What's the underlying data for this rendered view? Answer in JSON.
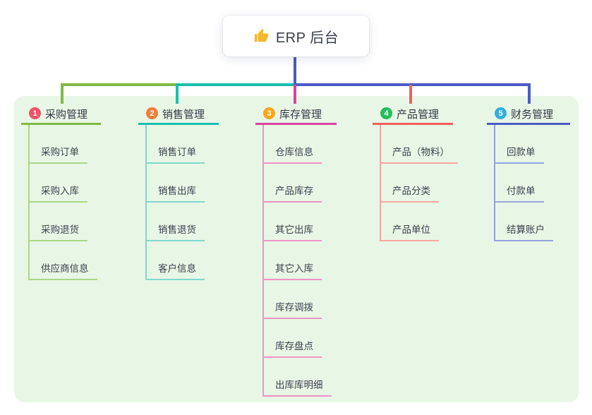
{
  "canvas": {
    "background": "#ffffff",
    "panel_background": "#e8f6e6"
  },
  "root": {
    "label": "ERP 后台",
    "icon": "thumbs-up-icon",
    "icon_color": "#f5b82e",
    "line_color": "#4a5bc6"
  },
  "branches": [
    {
      "num": "1",
      "label": "采购管理",
      "badge_color": "#ee5368",
      "line_color": "#7fba43",
      "child_line_color": "#a9d687",
      "children": [
        "采购订单",
        "采购入库",
        "采购退货",
        "供应商信息"
      ]
    },
    {
      "num": "2",
      "label": "销售管理",
      "badge_color": "#f07e3a",
      "line_color": "#19bfae",
      "child_line_color": "#7fd9cd",
      "children": [
        "销售订单",
        "销售出库",
        "销售退货",
        "客户信息"
      ]
    },
    {
      "num": "3",
      "label": "库存管理",
      "badge_color": "#f9a61a",
      "line_color": "#d943a1",
      "child_line_color": "#ec94c6",
      "children": [
        "仓库信息",
        "产品库存",
        "其它出库",
        "其它入库",
        "库存调拨",
        "库存盘点",
        "出库库明细"
      ]
    },
    {
      "num": "4",
      "label": "产品管理",
      "badge_color": "#23bd5b",
      "line_color": "#f25f5c",
      "child_line_color": "#f8a7a2",
      "children": [
        "产品（物料）",
        "产品分类",
        "产品单位"
      ]
    },
    {
      "num": "5",
      "label": "财务管理",
      "badge_color": "#33aede",
      "line_color": "#4a5bc6",
      "child_line_color": "#95a3de",
      "children": [
        "回款单",
        "付款单",
        "结算账户"
      ]
    }
  ]
}
